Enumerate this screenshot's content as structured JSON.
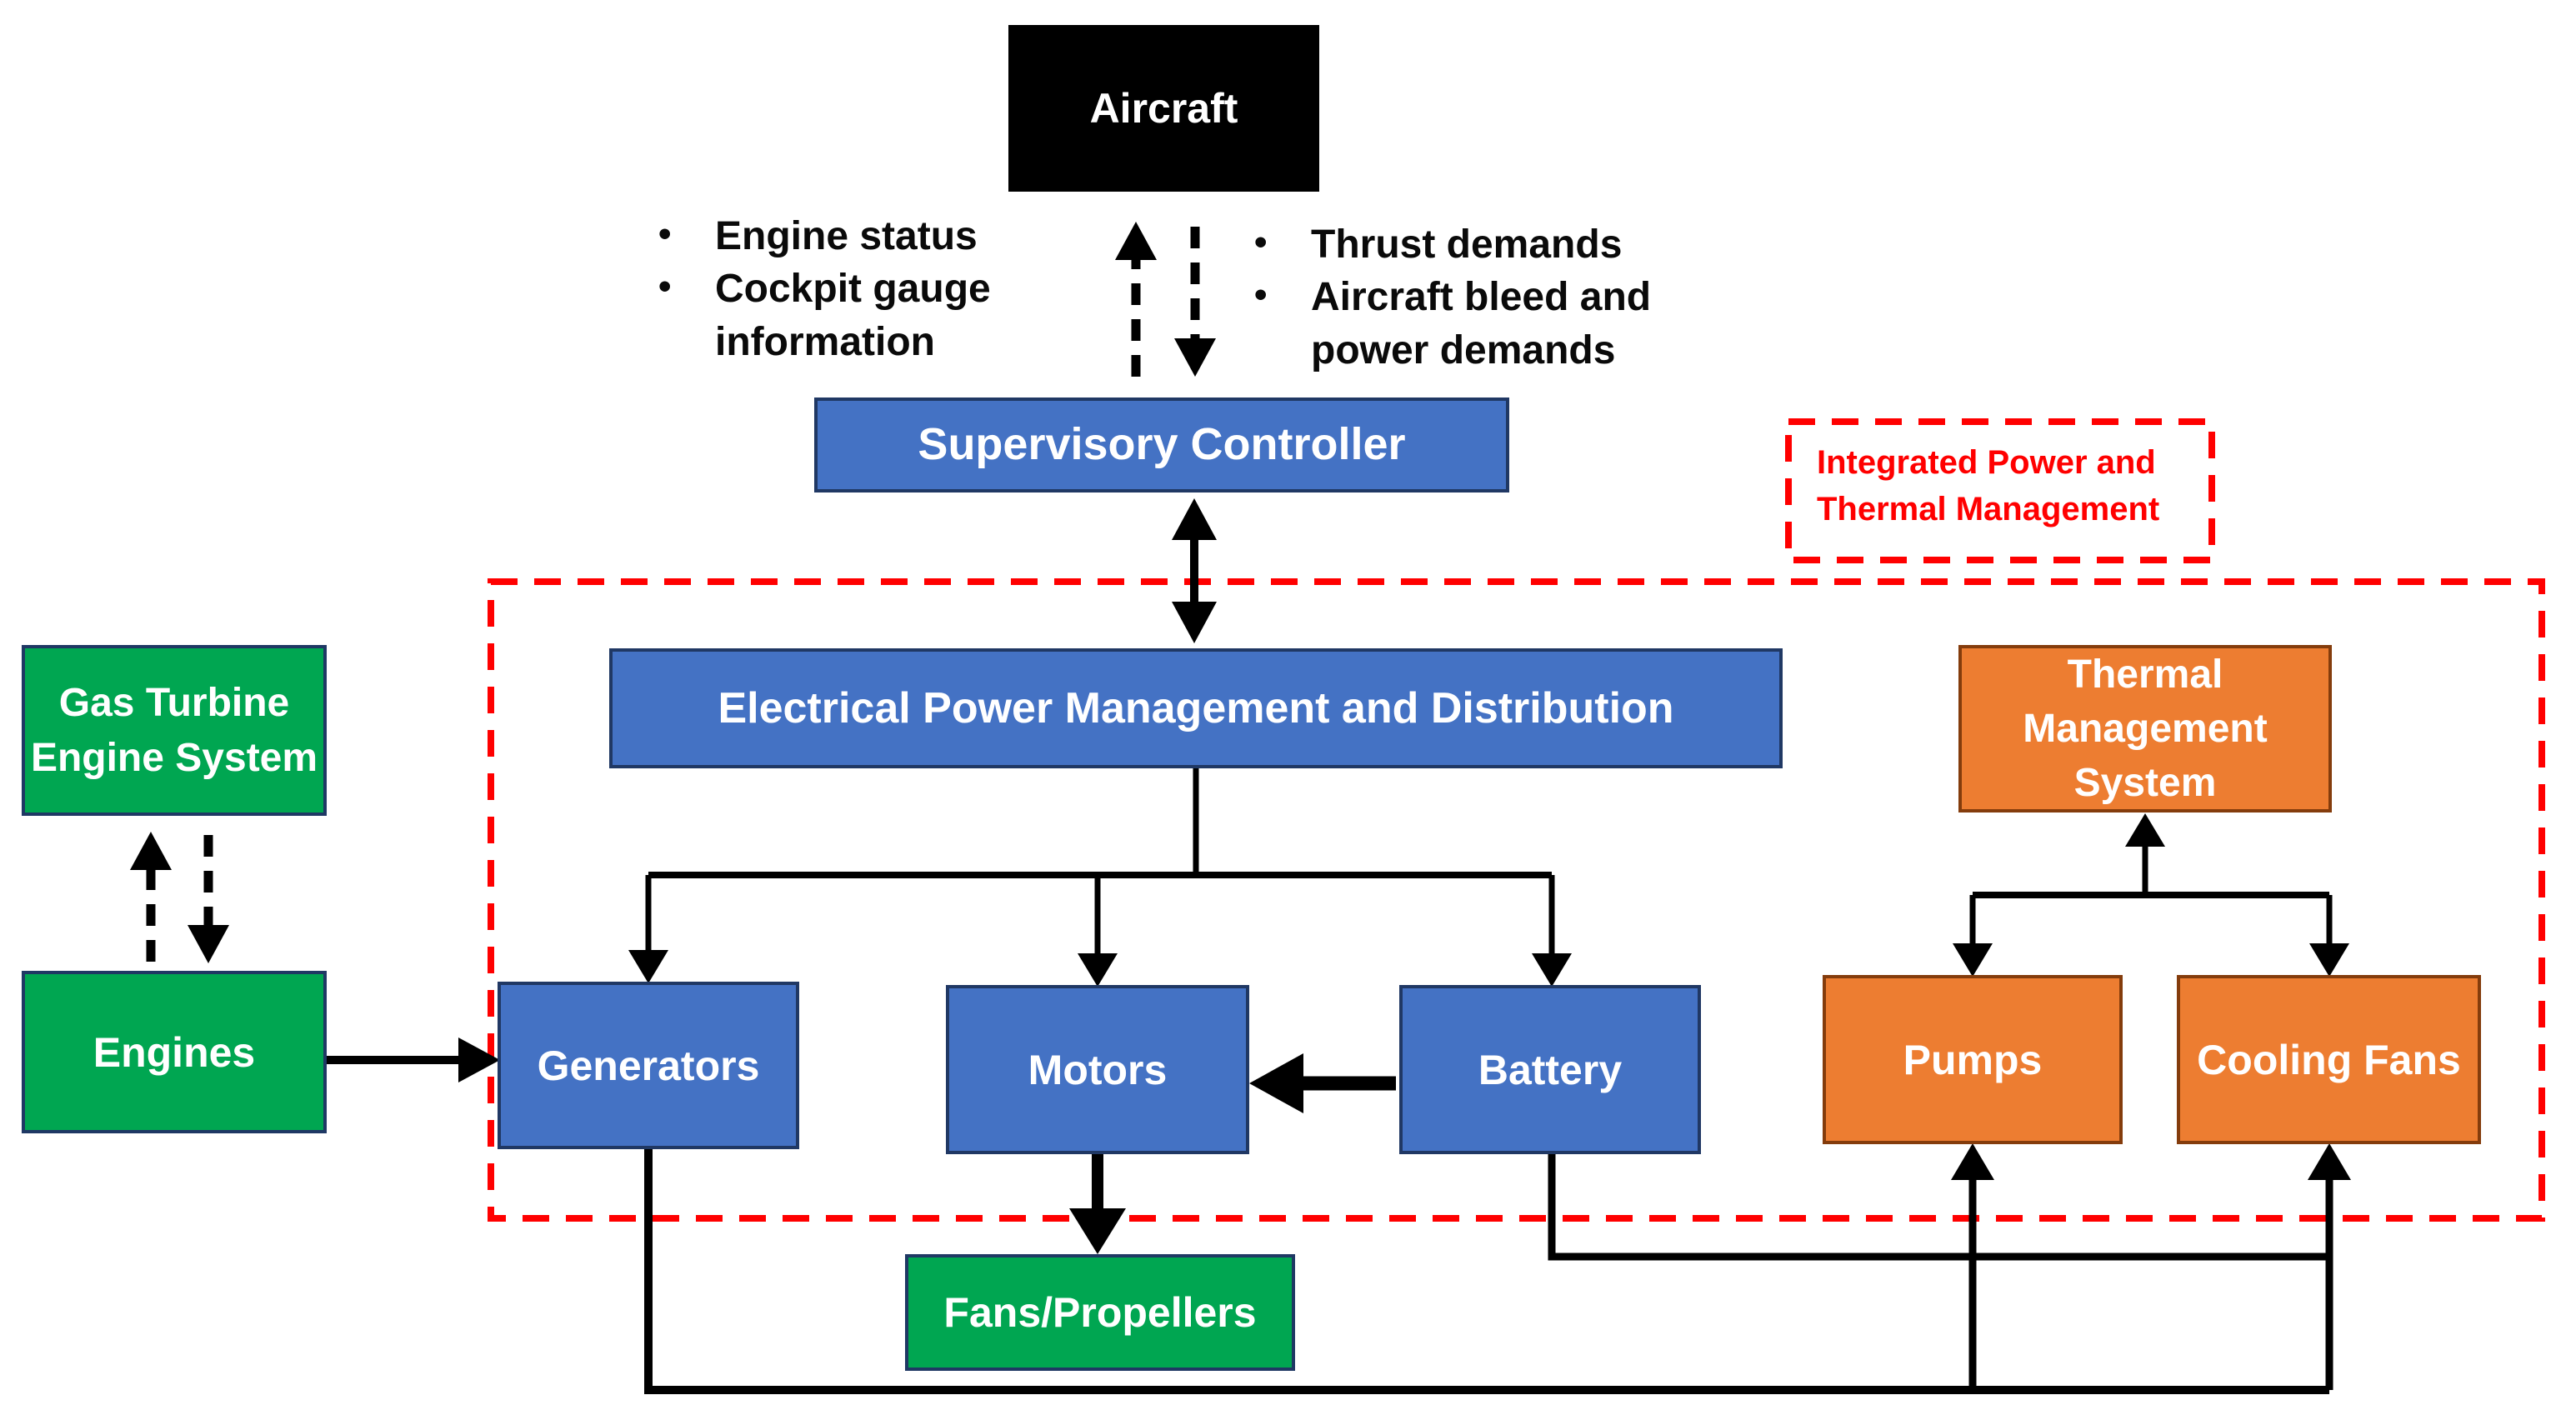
{
  "colors": {
    "blue": "#4472C4",
    "blue_border": "#203864",
    "green": "#00A651",
    "green_border": "#1F3864",
    "orange": "#ED7D31",
    "orange_border": "#843C0C",
    "black": "#000000",
    "red": "#FF0000",
    "white": "#FFFFFF"
  },
  "nodes": {
    "aircraft": "Aircraft",
    "supervisory_controller": "Supervisory Controller",
    "epmd": "Electrical Power Management and Distribution",
    "thermal_management_system": "Thermal Management System",
    "gas_turbine_engine_system": "Gas Turbine Engine System",
    "engines": "Engines",
    "generators": "Generators",
    "motors": "Motors",
    "battery": "Battery",
    "pumps": "Pumps",
    "cooling_fans": "Cooling Fans",
    "fans_propellers": "Fans/Propellers"
  },
  "bullets": {
    "glyph": "•",
    "left": {
      "item1": "Engine status",
      "item2": "Cockpit gauge information"
    },
    "right": {
      "item1": "Thrust demands",
      "item2": "Aircraft bleed and power demands"
    }
  },
  "boundary_label": {
    "line1": "Integrated Power and",
    "line2": "Thermal Management"
  }
}
